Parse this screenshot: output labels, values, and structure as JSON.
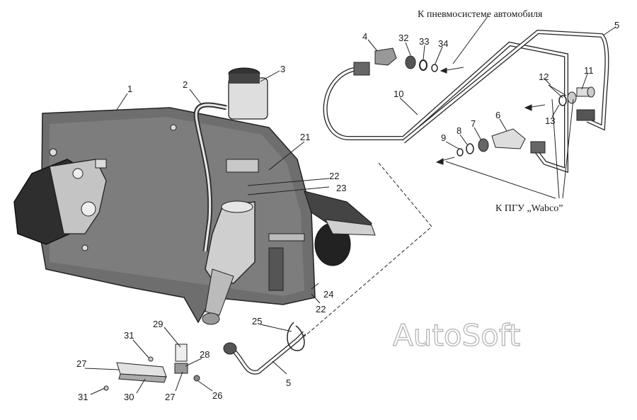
{
  "captions": {
    "pneumo": "К пневмосистеме автомобиля",
    "pgu": "К ПГУ „Wabco”"
  },
  "watermark": "AutoSoft",
  "callouts": [
    "1",
    "2",
    "3",
    "4",
    "5",
    "5",
    "6",
    "7",
    "8",
    "9",
    "10",
    "11",
    "12",
    "13",
    "21",
    "22",
    "22",
    "23",
    "24",
    "25",
    "26",
    "27",
    "27",
    "28",
    "29",
    "30",
    "31",
    "31",
    "32",
    "33",
    "34"
  ]
}
